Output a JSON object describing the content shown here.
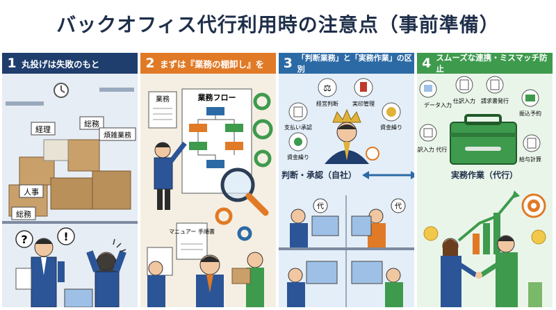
{
  "title": "バックオフィス代行利用時の注意点（事前準備）",
  "colors": {
    "navy": "#1f3d6d",
    "orange": "#e07a26",
    "blue": "#2c6aa5",
    "green": "#3e9a4d"
  },
  "panels": [
    {
      "num": "1",
      "label": "丸投げは失敗のもと",
      "box_labels": [
        "経理",
        "総務",
        "煩雑業務",
        "人事",
        "総務"
      ],
      "marks": [
        "?",
        "!"
      ]
    },
    {
      "num": "2",
      "label": "まずは『業務の棚卸し』を",
      "flow_title": "業務フロー",
      "doc_label": "業務",
      "manual": "マニュアー 手順書"
    },
    {
      "num": "3",
      "label": "「判断業務」と「実務作業」の区別",
      "icons": [
        "経営判断",
        "実印管理",
        "支払い承認",
        "資金繰り",
        "資金繰り"
      ],
      "left_caption": "判断・承認（自社）",
      "right_caption": "実務作業（代行）",
      "bubble": "代"
    },
    {
      "num": "4",
      "label": "スムーズな連携・ミスマッチ防止",
      "icons": [
        "データ入力",
        "仕訳入力",
        "請求書発行",
        "振込予約",
        "仕訳入力 代行",
        "給与計算"
      ]
    }
  ]
}
